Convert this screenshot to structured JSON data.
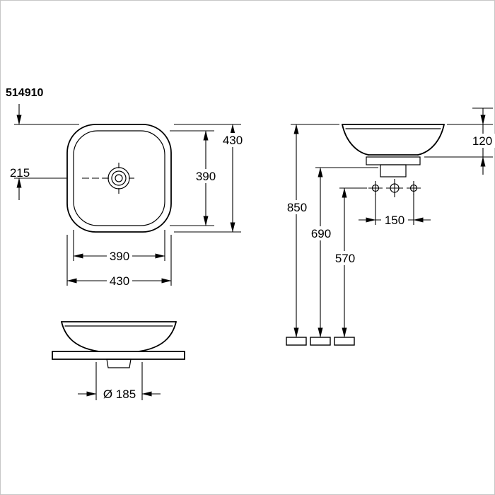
{
  "title": "514910",
  "colors": {
    "line": "#000000",
    "background": "#ffffff",
    "border": "#c6c6c6"
  },
  "views": {
    "plan": {
      "edge_to_center": "215",
      "inner_height": "390",
      "outer_height": "430",
      "inner_width": "390",
      "outer_width": "430"
    },
    "side": {
      "base_diameter": "Ø 185"
    },
    "front": {
      "total_height": "850",
      "mounting_height": "690",
      "connection_height": "570",
      "basin_height": "120",
      "connection_spacing": "150"
    }
  }
}
